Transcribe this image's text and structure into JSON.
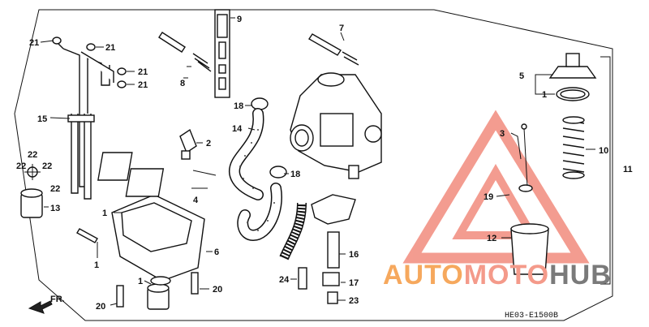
{
  "diagram": {
    "code": "HE03-E1500B",
    "direction": "FR.",
    "watermark": {
      "part1": "AUTO",
      "part2": "MOTO",
      "part3": "HUB"
    },
    "callouts": [
      "1",
      "2",
      "3",
      "4",
      "5",
      "6",
      "7",
      "8",
      "9",
      "10",
      "11",
      "12",
      "13",
      "14",
      "15",
      "16",
      "17",
      "18",
      "19",
      "20",
      "21",
      "22",
      "23",
      "24"
    ],
    "label_texts": {
      "l21a": "21",
      "l21b": "21",
      "l21c": "21",
      "l21d": "21",
      "l15": "15",
      "l22a": "22",
      "l22b": "22",
      "l22c": "22",
      "l22d": "22",
      "l13": "13",
      "l8": "8",
      "l9": "9",
      "l7": "7",
      "l18a": "18",
      "l18b": "18",
      "l14": "14",
      "l2": "2",
      "l4": "4",
      "l1a": "1",
      "l1b": "1",
      "l1c": "1",
      "l6": "6",
      "l20a": "20",
      "l20b": "20",
      "l16": "16",
      "l24": "24",
      "l17": "17",
      "l23": "23",
      "l5": "5",
      "l1d": "1",
      "l3": "3",
      "l10": "10",
      "l11": "11",
      "l19": "19",
      "l12": "12"
    }
  }
}
